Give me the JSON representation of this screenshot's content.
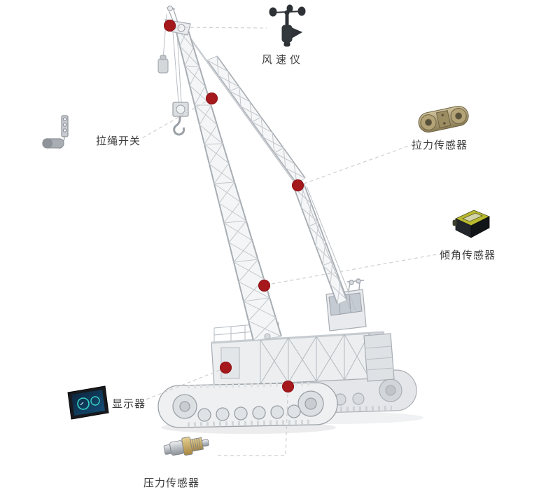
{
  "diagram": {
    "marker_color": "#a5181c",
    "leader_color": "#cfcfcf",
    "labels": {
      "anemometer": "风速仪",
      "pull_rope_switch": "拉绳开关",
      "tension_sensor": "拉力传感器",
      "tilt_sensor": "倾角传感器",
      "display": "显示器",
      "pressure_sensor": "压力传感器"
    }
  }
}
